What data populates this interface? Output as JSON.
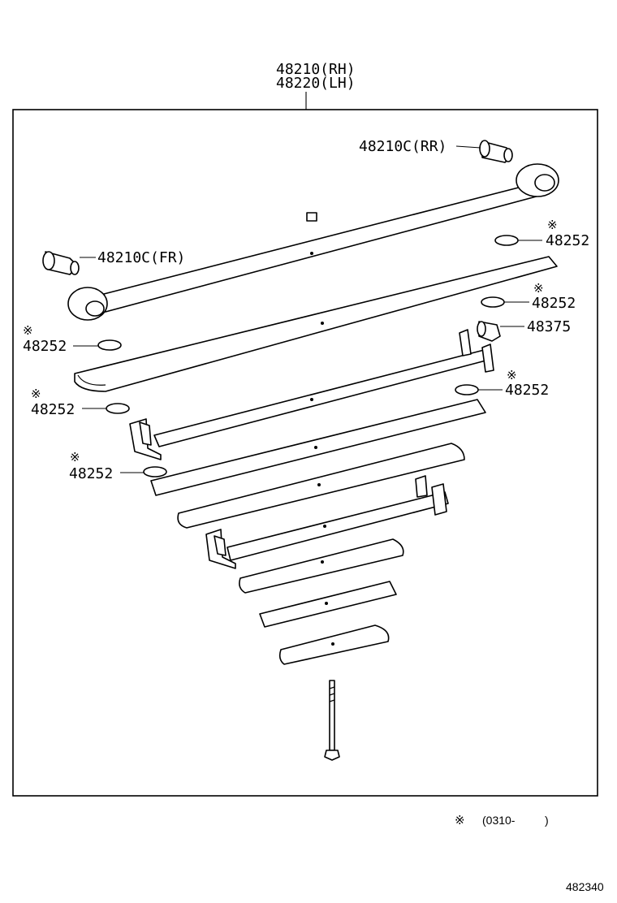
{
  "header": {
    "assembly_rh": "48210(RH)",
    "assembly_lh": "48220(LH)"
  },
  "callouts": {
    "bushing_rear": "48210C(RR)",
    "bushing_front": "48210C(FR)",
    "insert_1": "48252",
    "insert_2": "48252",
    "insert_3": "48252",
    "insert_4": "48252",
    "insert_5": "48252",
    "bumper": "48375"
  },
  "symbols": {
    "mark": "※"
  },
  "footnote": {
    "mark": "※",
    "range": "(0310-",
    "close": ")"
  },
  "figure_id": "482340"
}
